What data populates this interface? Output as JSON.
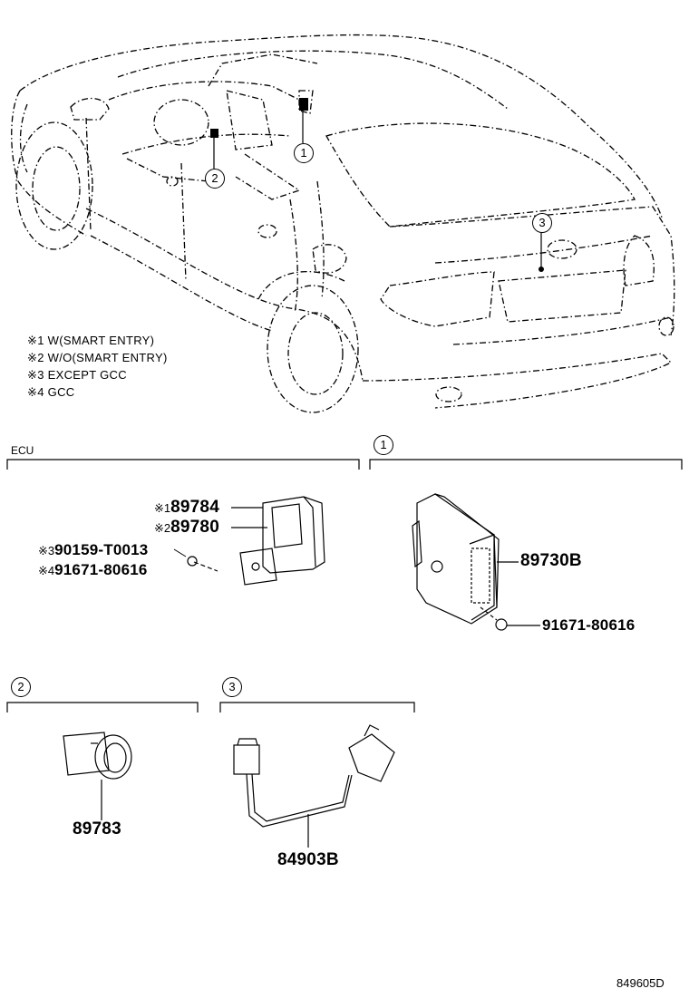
{
  "notes": [
    {
      "mark": "※1",
      "text": "W(SMART ENTRY)"
    },
    {
      "mark": "※2",
      "text": "W/O(SMART ENTRY)"
    },
    {
      "mark": "※3",
      "text": "EXCEPT GCC"
    },
    {
      "mark": "※4",
      "text": "GCC"
    }
  ],
  "callouts": [
    "1",
    "2",
    "3"
  ],
  "sections": {
    "ecu": {
      "title": "ECU"
    },
    "one": {
      "ref": "1"
    },
    "two": {
      "ref": "2"
    },
    "three": {
      "ref": "3"
    }
  },
  "parts": {
    "ecu_p1": {
      "mark": "※1",
      "number": "89784"
    },
    "ecu_p2": {
      "mark": "※2",
      "number": "89780"
    },
    "ecu_p3": {
      "mark": "※3",
      "number": "90159-T0013"
    },
    "ecu_p4": {
      "mark": "※4",
      "number": "91671-80616"
    },
    "one_p1": {
      "number": "89730B"
    },
    "one_p2": {
      "number": "91671-80616"
    },
    "two_p1": {
      "number": "89783"
    },
    "three_p1": {
      "number": "84903B"
    }
  },
  "diagram_code": "849605D"
}
